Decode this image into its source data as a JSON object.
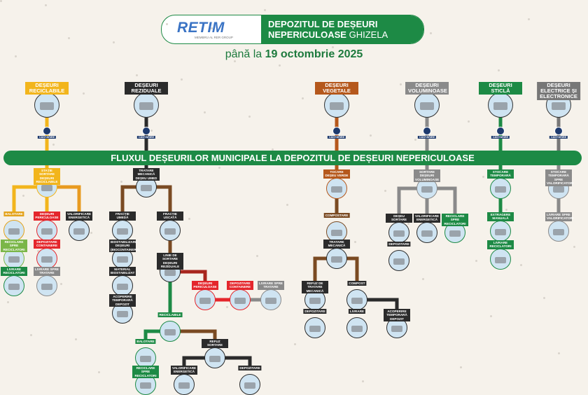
{
  "header": {
    "logo": "RETIM",
    "logo_tagline": "MEMBRU AL RER GROUP",
    "title_line1": "DEPOZITUL DE DEȘEURI",
    "title_line2_bold": "NEPERICULOASE",
    "title_line2_light": "GHIZELA",
    "subtitle_prefix": "până la",
    "subtitle_date": "19 octombrie 2025"
  },
  "main_bar": "FLUXUL DEȘEURILOR MUNICIPALE LA DEPOZITUL DE DEȘEURI NEPERICULOASE",
  "weighing_label": "CÂNTĂRIRE",
  "categories": [
    {
      "label": "DEȘEURI RECICLABILE",
      "color": "#f2b51c",
      "text_color": "#ffffff"
    },
    {
      "label": "DEȘEURI REZIDUALE",
      "color": "#2b2b2b",
      "text_color": "#ffffff"
    },
    {
      "label": "DEȘEURI VEGETALE",
      "color": "#b5581c",
      "text_color": "#ffffff"
    },
    {
      "label": "DEȘEURI VOLUMINOASE",
      "color": "#8a8a8a",
      "text_color": "#ffffff"
    },
    {
      "label": "DEȘEURI STICLĂ",
      "color": "#1d8a45",
      "text_color": "#ffffff"
    },
    {
      "label": "DEȘEURI ELECTRICE ȘI ELECTRONICE",
      "color": "#777777",
      "text_color": "#ffffff"
    }
  ],
  "nodes": [
    "STAȚIE SORTARE DEȘEURI RECICLABILE",
    "BALOTARE",
    "DEȘEURI PERICULOASE",
    "VALORIFICARE ENERGETICĂ",
    "RECICLARE SPRE RECICLATORI",
    "DEPOZITARE CONTAINERE",
    "LIVRARE RECICLATORI",
    "LIVRARE SPRE TRATARE",
    "TRATARE MECANICĂ DEȘEU UMED",
    "FRACȚIE UMEDĂ",
    "FRACȚIE USCATĂ",
    "BIOSTABILIZARE DEȘEURI (BIOCONTAINERE)",
    "MATERIAL BIOSTABILIZAT",
    "ACOPERIRE TEMPORARĂ DEPOZIT",
    "LINIE DE SORTARE DEȘEURI REZIDUALE",
    "DEȘEURI PERICULOASE",
    "DEPOZITARE CONTAINERE",
    "LIVRARE SPRE TRATARE",
    "RECICLABILE",
    "BALOTARE",
    "RECICLARE SPRE RECICLATORI",
    "REFUZ SORTARE",
    "VALORIFICARE ENERGETICĂ",
    "DEPOZITARE",
    "TOCARE DEȘEU VERDE",
    "COMPOSTARE",
    "TRATARE MECANICĂ",
    "REFUZ DE TRATARE MECANICĂ",
    "DEPOZITARE",
    "COMPOST",
    "LIVRARE",
    "ACOPERIRE TEMPORARĂ DEPOZIT",
    "SORTARE DEȘEURI VOLUMINOASE",
    "DEȘEU SORTARE",
    "VALORIFICARE ENERGETICĂ",
    "RECICLARE SPRE RECICLATORI",
    "DEPOZITARE",
    "STOCARE TEMPORARĂ",
    "EXTRAGERE MANUALĂ",
    "LIVRARE RECICLATORI",
    "STOCARE TEMPORARĂ SPRE VALORIFICATORI",
    "LIVRARE SPRE VALORIFICATORI"
  ]
}
